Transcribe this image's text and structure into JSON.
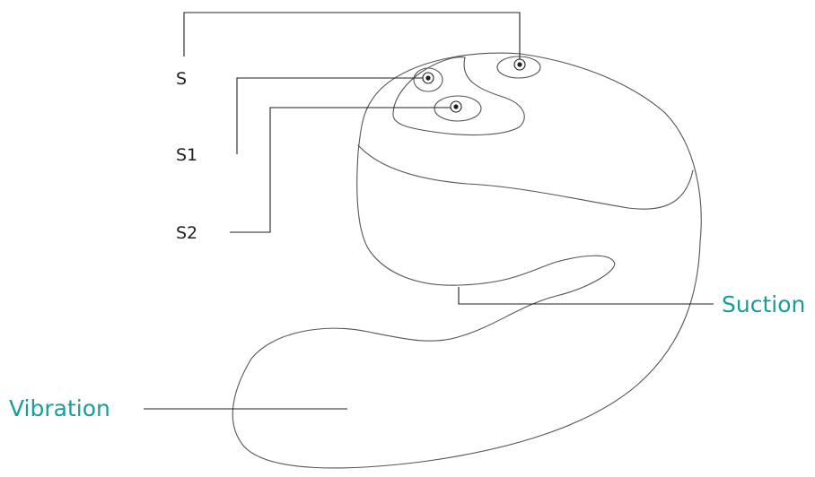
{
  "labels": {
    "s": "S",
    "s1": "S1",
    "s2": "S2",
    "suction": "Suction",
    "vibration": "Vibration"
  },
  "colors": {
    "accent": "#179e97",
    "text": "#1f1f1f",
    "outline": "#555555"
  }
}
